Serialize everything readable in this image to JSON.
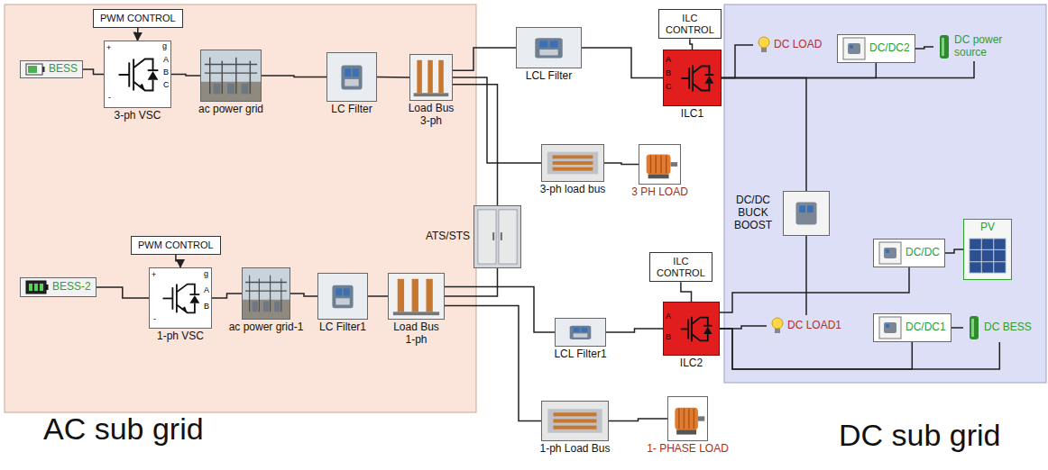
{
  "diagram": {
    "nodes": [
      {
        "text": [
          "AC sub grid"
        ]
      },
      {
        "text": [
          "PWM CONTROL"
        ],
        "in": 0
      },
      {
        "text": [
          "BESS"
        ],
        "in": 0
      },
      {
        "text": [
          "3-ph VSC"
        ],
        "in": 0
      },
      {
        "text": [
          "ac power grid"
        ],
        "in": 0
      },
      {
        "text": [
          "LC Filter"
        ],
        "in": 0
      },
      {
        "text": [
          "Load Bus 3-ph"
        ],
        "in": 0
      },
      {
        "text": [
          "PWM CONTROL"
        ],
        "in": 0
      },
      {
        "text": [
          "BESS-2"
        ],
        "in": 0
      },
      {
        "text": [
          "1-ph VSC"
        ],
        "in": 0
      },
      {
        "text": [
          "ac power grid-1"
        ],
        "in": 0
      },
      {
        "text": [
          "LC Filter1"
        ],
        "in": 0
      },
      {
        "text": [
          "Load Bus 1-ph"
        ],
        "in": 0
      },
      {
        "text": [
          "LCL Filter"
        ]
      },
      {
        "text": [
          "3-ph load bus"
        ]
      },
      {
        "text": [
          "3 PH LOAD"
        ]
      },
      {
        "text": [
          "ATS/STS"
        ]
      },
      {
        "text": [
          "LCL Filter1"
        ]
      },
      {
        "text": [
          "1-ph  Load Bus"
        ]
      },
      {
        "text": [
          "1- PHASE LOAD"
        ]
      },
      {
        "text": [
          "ILC CONTROL"
        ]
      },
      {
        "text": [
          "ILC1"
        ]
      },
      {
        "text": [
          "ILC CONTROL"
        ]
      },
      {
        "text": [
          "ILC2"
        ]
      },
      {
        "text": [
          "DC sub grid"
        ]
      },
      {
        "text": [
          "DC LOAD"
        ],
        "in": 24
      },
      {
        "text": [
          "DC/DC2"
        ],
        "in": 24
      },
      {
        "text": [
          "DC power source"
        ],
        "in": 24
      },
      {
        "text": [
          "DC/DC BUCK BOOST"
        ],
        "in": 24
      },
      {
        "text": [
          "DC/DC"
        ],
        "in": 24
      },
      {
        "text": [
          "PV"
        ],
        "in": 24
      },
      {
        "text": [
          "DC LOAD1"
        ],
        "in": 24
      },
      {
        "text": [
          "DC/DC1"
        ],
        "in": 24
      },
      {
        "text": [
          "DC BESS"
        ],
        "in": 24
      }
    ],
    "edges": [
      {
        "from": 1,
        "to": 3,
        "arrow": "to"
      },
      {
        "from": 2,
        "to": 3,
        "arrow": "none"
      },
      {
        "from": 3,
        "to": 4,
        "arrow": "none"
      },
      {
        "from": 4,
        "to": 5,
        "arrow": "none"
      },
      {
        "from": 5,
        "to": 6,
        "arrow": "none"
      },
      {
        "from": 6,
        "to": 13,
        "arrow": "none"
      },
      {
        "from": 6,
        "to": 14,
        "arrow": "none"
      },
      {
        "from": 6,
        "to": 16,
        "arrow": "none"
      },
      {
        "from": 14,
        "to": 15,
        "arrow": "none"
      },
      {
        "from": 13,
        "to": 21,
        "arrow": "none"
      },
      {
        "from": 20,
        "to": 21,
        "arrow": "none"
      },
      {
        "from": 7,
        "to": 9,
        "arrow": "to"
      },
      {
        "from": 8,
        "to": 9,
        "arrow": "none"
      },
      {
        "from": 9,
        "to": 10,
        "arrow": "none"
      },
      {
        "from": 10,
        "to": 11,
        "arrow": "none"
      },
      {
        "from": 11,
        "to": 12,
        "arrow": "none"
      },
      {
        "from": 12,
        "to": 17,
        "arrow": "none"
      },
      {
        "from": 12,
        "to": 18,
        "arrow": "none"
      },
      {
        "from": 12,
        "to": 16,
        "arrow": "none"
      },
      {
        "from": 18,
        "to": 19,
        "arrow": "none"
      },
      {
        "from": 17,
        "to": 23,
        "arrow": "none"
      },
      {
        "from": 22,
        "to": 23,
        "arrow": "none"
      },
      {
        "from": 21,
        "to": 25,
        "arrow": "none"
      },
      {
        "from": 21,
        "to": 26,
        "arrow": "none"
      },
      {
        "from": 21,
        "to": 27,
        "arrow": "none"
      },
      {
        "from": 21,
        "to": 28,
        "arrow": "none"
      },
      {
        "from": 23,
        "to": 31,
        "arrow": "none"
      },
      {
        "from": 23,
        "to": 32,
        "arrow": "none"
      },
      {
        "from": 23,
        "to": 33,
        "arrow": "none"
      },
      {
        "from": 23,
        "to": 29,
        "arrow": "none"
      },
      {
        "from": 28,
        "to": 31,
        "arrow": "none"
      },
      {
        "from": 29,
        "to": 30,
        "arrow": "none"
      },
      {
        "from": 32,
        "to": 33,
        "arrow": "none"
      },
      {
        "from": 26,
        "to": 27,
        "arrow": "none"
      }
    ],
    "labels": [
      "+",
      "-",
      "g",
      "A",
      "B",
      "C",
      "+",
      "-",
      "g",
      "A",
      "B",
      "A",
      "B",
      "C",
      "A",
      "B"
    ]
  }
}
